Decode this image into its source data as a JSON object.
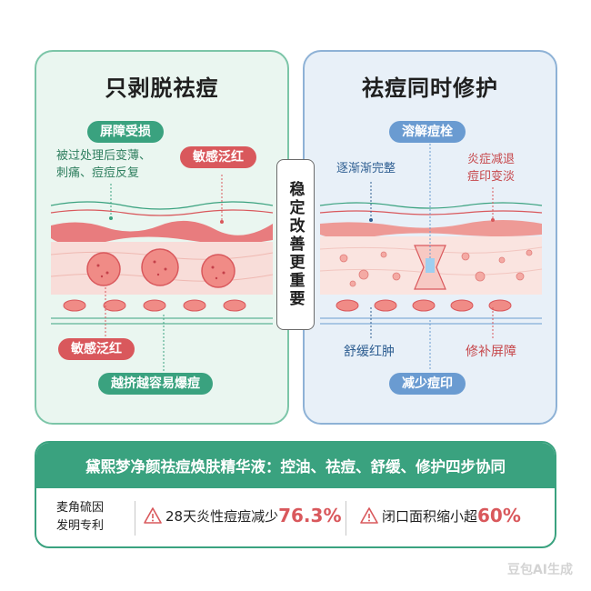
{
  "left_panel": {
    "title": "只剥脱祛痘",
    "tag_top": "屏障受损",
    "note_top": "被过处理后变薄、\n刺痛、痘痘反复",
    "tag_red_top": "敏感泛红",
    "tag_red_bottom": "敏感泛红",
    "tag_bottom": "越挤越容易爆痘"
  },
  "center_label": "稳定改善更重要",
  "right_panel": {
    "title": "祛痘同时修护",
    "tag_top": "溶解痘栓",
    "note_left_top": "逐渐渐完整",
    "note_right_top": "炎症减退\n痘印变淡",
    "note_left_bottom": "舒缓红肿",
    "note_right_bottom": "修补屏障",
    "tag_bottom": "减少痘印"
  },
  "bottom": {
    "banner": "黛熙梦净颜祛痘焕肤精华液：控油、祛痘、舒缓、修护四步协同",
    "patent": "麦角硫因\n发明专利",
    "stat1_label": "28天炎性痘痘减少",
    "stat1_value": "76.3%",
    "stat2_label": "闭口面积缩小超",
    "stat2_value": "60%"
  },
  "watermark": "豆包AI生成",
  "colors": {
    "green": "#3aa27f",
    "red": "#d9585c",
    "blue": "#6a9bd1",
    "skin_pink": "#f6d3cf"
  },
  "icons": [
    "warning-triangle-icon",
    "inflamed-pimple-icon",
    "clogged-pore-icon",
    "skin-cross-section-icon"
  ]
}
